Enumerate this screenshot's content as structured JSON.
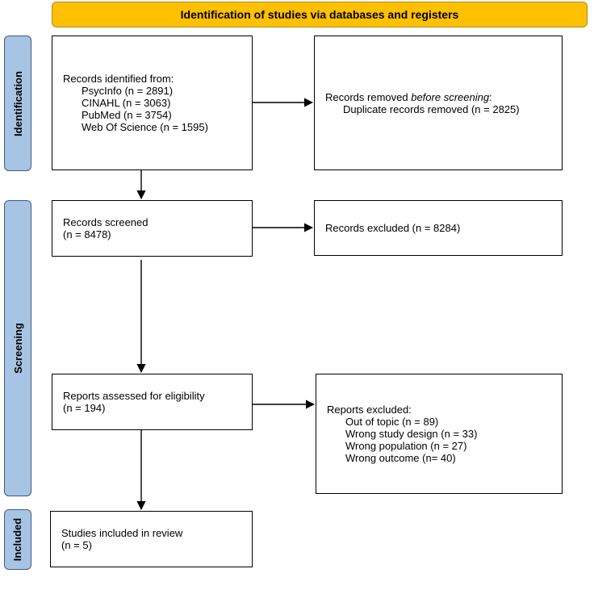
{
  "header": {
    "title": "Identification of studies via databases and registers"
  },
  "phases": {
    "identification": "Identification",
    "screening": "Screening",
    "included": "Included"
  },
  "records_identified": {
    "heading": "Records identified from:",
    "sources": [
      "PsycInfo (n = 2891)",
      "CINAHL (n = 3063)",
      "PubMed (n = 3754)",
      "Web Of Science (n = 1595)"
    ]
  },
  "records_removed": {
    "prefix": "Records removed ",
    "emphasis": "before screening",
    "suffix": ":",
    "items": [
      "Duplicate records removed (n = 2825)"
    ]
  },
  "records_screened": {
    "label": "Records screened",
    "count": "(n = 8478)"
  },
  "records_excluded": {
    "label": "Records excluded (n = 8284)"
  },
  "reports_assessed": {
    "label": "Reports assessed for eligibility",
    "count": "(n = 194)"
  },
  "reports_excluded": {
    "heading": "Reports excluded:",
    "reasons": [
      "Out of topic (n = 89)",
      "Wrong study design (n = 33)",
      "Wrong population (n = 27)",
      "Wrong outcome (n= 40)"
    ]
  },
  "studies_included": {
    "label": "Studies included in review",
    "count": "(n = 5)"
  },
  "colors": {
    "header_fill": "#ffc000",
    "phase_fill": "#a8c4e4",
    "box_border": "#000000"
  }
}
